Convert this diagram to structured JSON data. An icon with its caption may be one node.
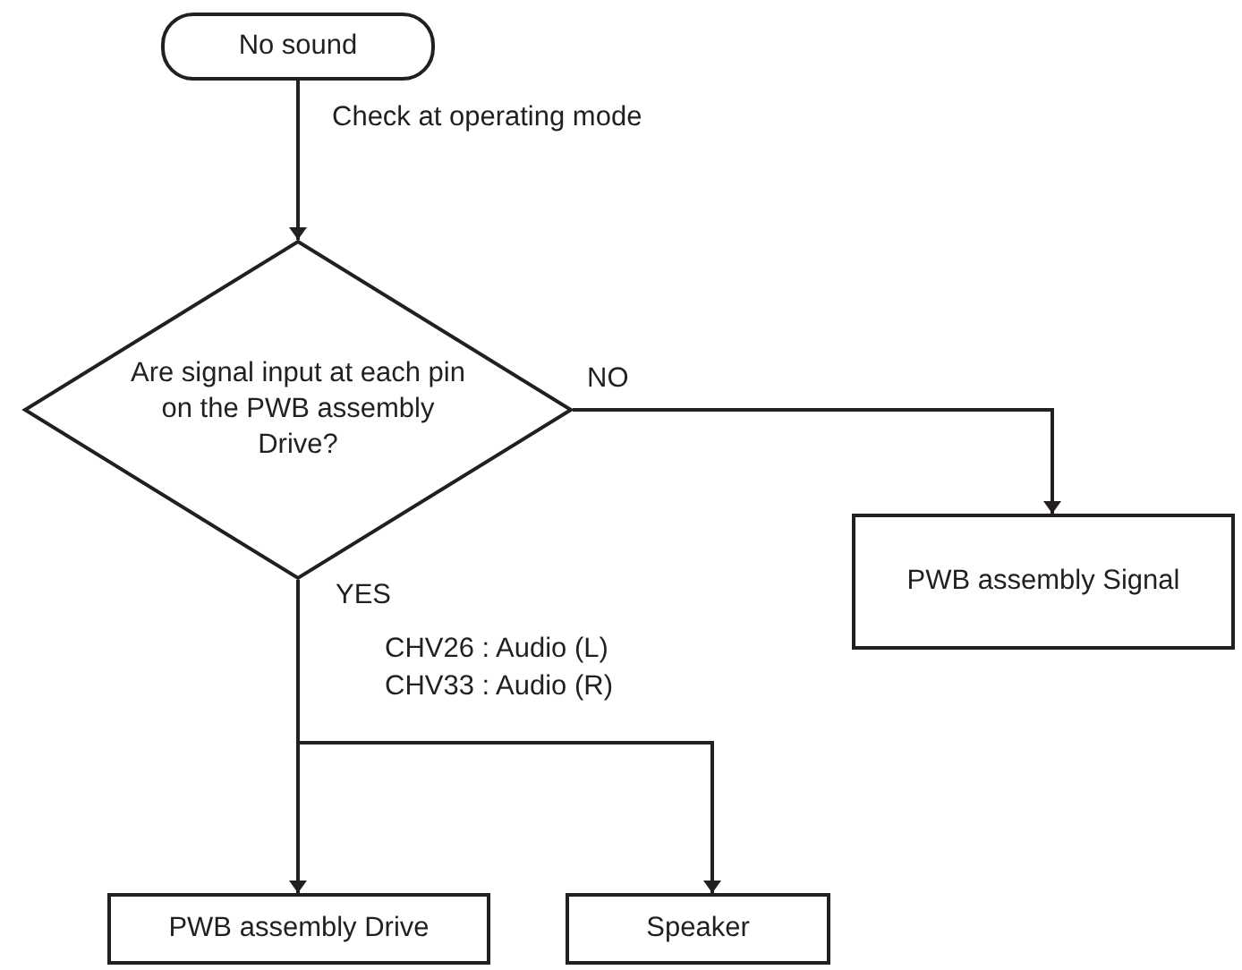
{
  "diagram": {
    "nodes": [
      {
        "text": [
          "No sound"
        ]
      },
      {
        "text": [
          "Are signal input at each pin on the PWB assembly Drive?"
        ]
      },
      {
        "text": [
          "PWB assembly Signal"
        ]
      },
      {
        "text": [
          "PWB assembly Drive"
        ]
      },
      {
        "text": [
          "Speaker"
        ]
      }
    ],
    "edges": [
      {
        "from": 0,
        "to": 1,
        "arrow": "to",
        "label": "Check at operating mode"
      },
      {
        "from": 1,
        "to": 2,
        "arrow": "to",
        "label": "NO"
      },
      {
        "from": 1,
        "to": 3,
        "arrow": "to",
        "label": "YES"
      },
      {
        "from": 1,
        "to": 4,
        "arrow": "to"
      }
    ],
    "labels": [
      "CHV26 : Audio (L)",
      "CHV33 : Audio (R)"
    ]
  }
}
